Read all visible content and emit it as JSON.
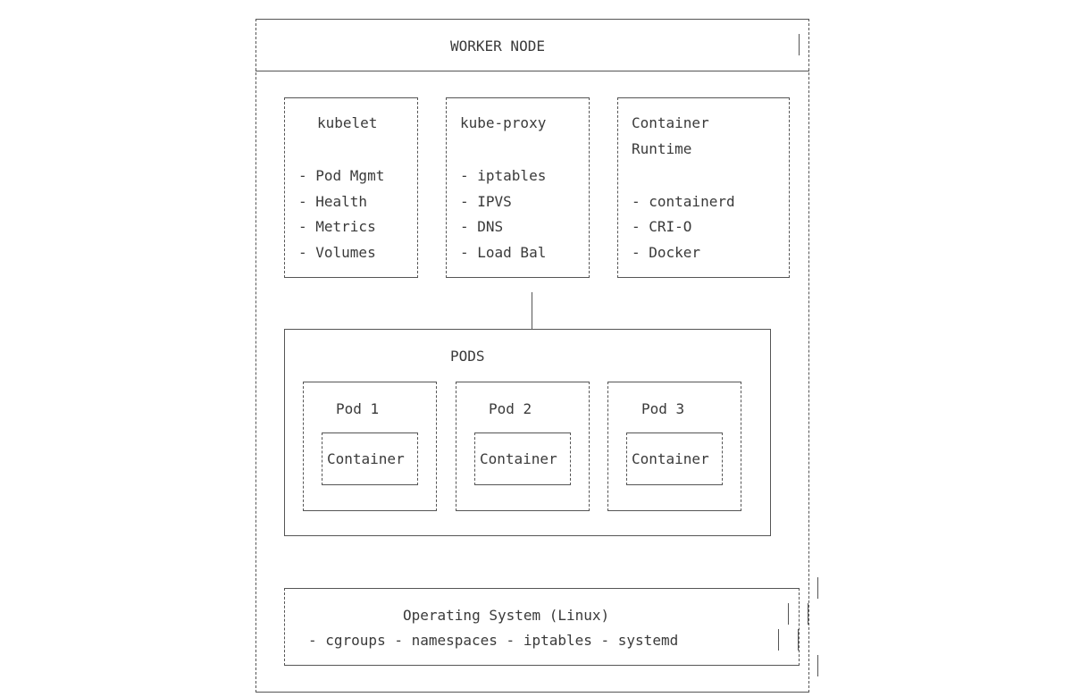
{
  "worker_node": {
    "title": "WORKER NODE"
  },
  "components": [
    {
      "title": "kubelet",
      "items": [
        "- Pod Mgmt",
        "- Health",
        "- Metrics",
        "- Volumes"
      ]
    },
    {
      "title": "kube-proxy",
      "items": [
        "- iptables",
        "- IPVS",
        "- DNS",
        "- Load Bal"
      ]
    },
    {
      "title_line1": "Container",
      "title_line2": "Runtime",
      "items": [
        "- containerd",
        "- CRI-O",
        "- Docker"
      ]
    }
  ],
  "pods": {
    "title": "PODS",
    "list": [
      {
        "name": "Pod 1",
        "container": "Container"
      },
      {
        "name": "Pod 2",
        "container": "Container"
      },
      {
        "name": "Pod 3",
        "container": "Container"
      }
    ]
  },
  "os": {
    "title": "Operating System (Linux)",
    "features": "- cgroups - namespaces - iptables - systemd"
  }
}
